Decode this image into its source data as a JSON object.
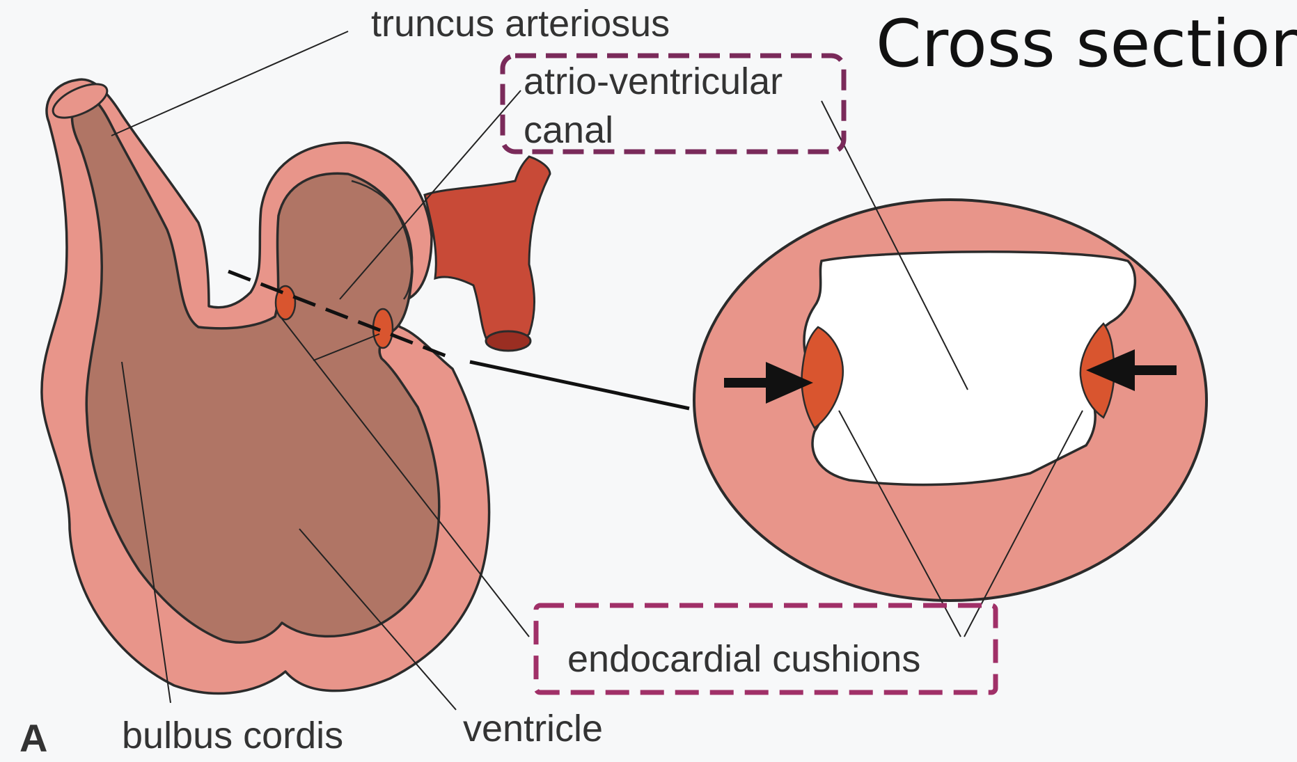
{
  "title": "Cross section",
  "panel_letter": "A",
  "labels": {
    "truncus": "truncus arteriosus",
    "av_line1": "atrio-ventricular",
    "av_line2": "canal",
    "endocardial": "endocardial cushions",
    "bulbus": "bulbus cordis",
    "ventricle": "ventricle"
  },
  "colors": {
    "background": "#f7f8f9",
    "tissue_outer": "#e8958a",
    "tissue_inner": "#b07565",
    "vessel": "#c84a37",
    "cushion": "#d9552f",
    "highlight_box": "#7a2a5a",
    "outline": "#2b2b2b"
  }
}
